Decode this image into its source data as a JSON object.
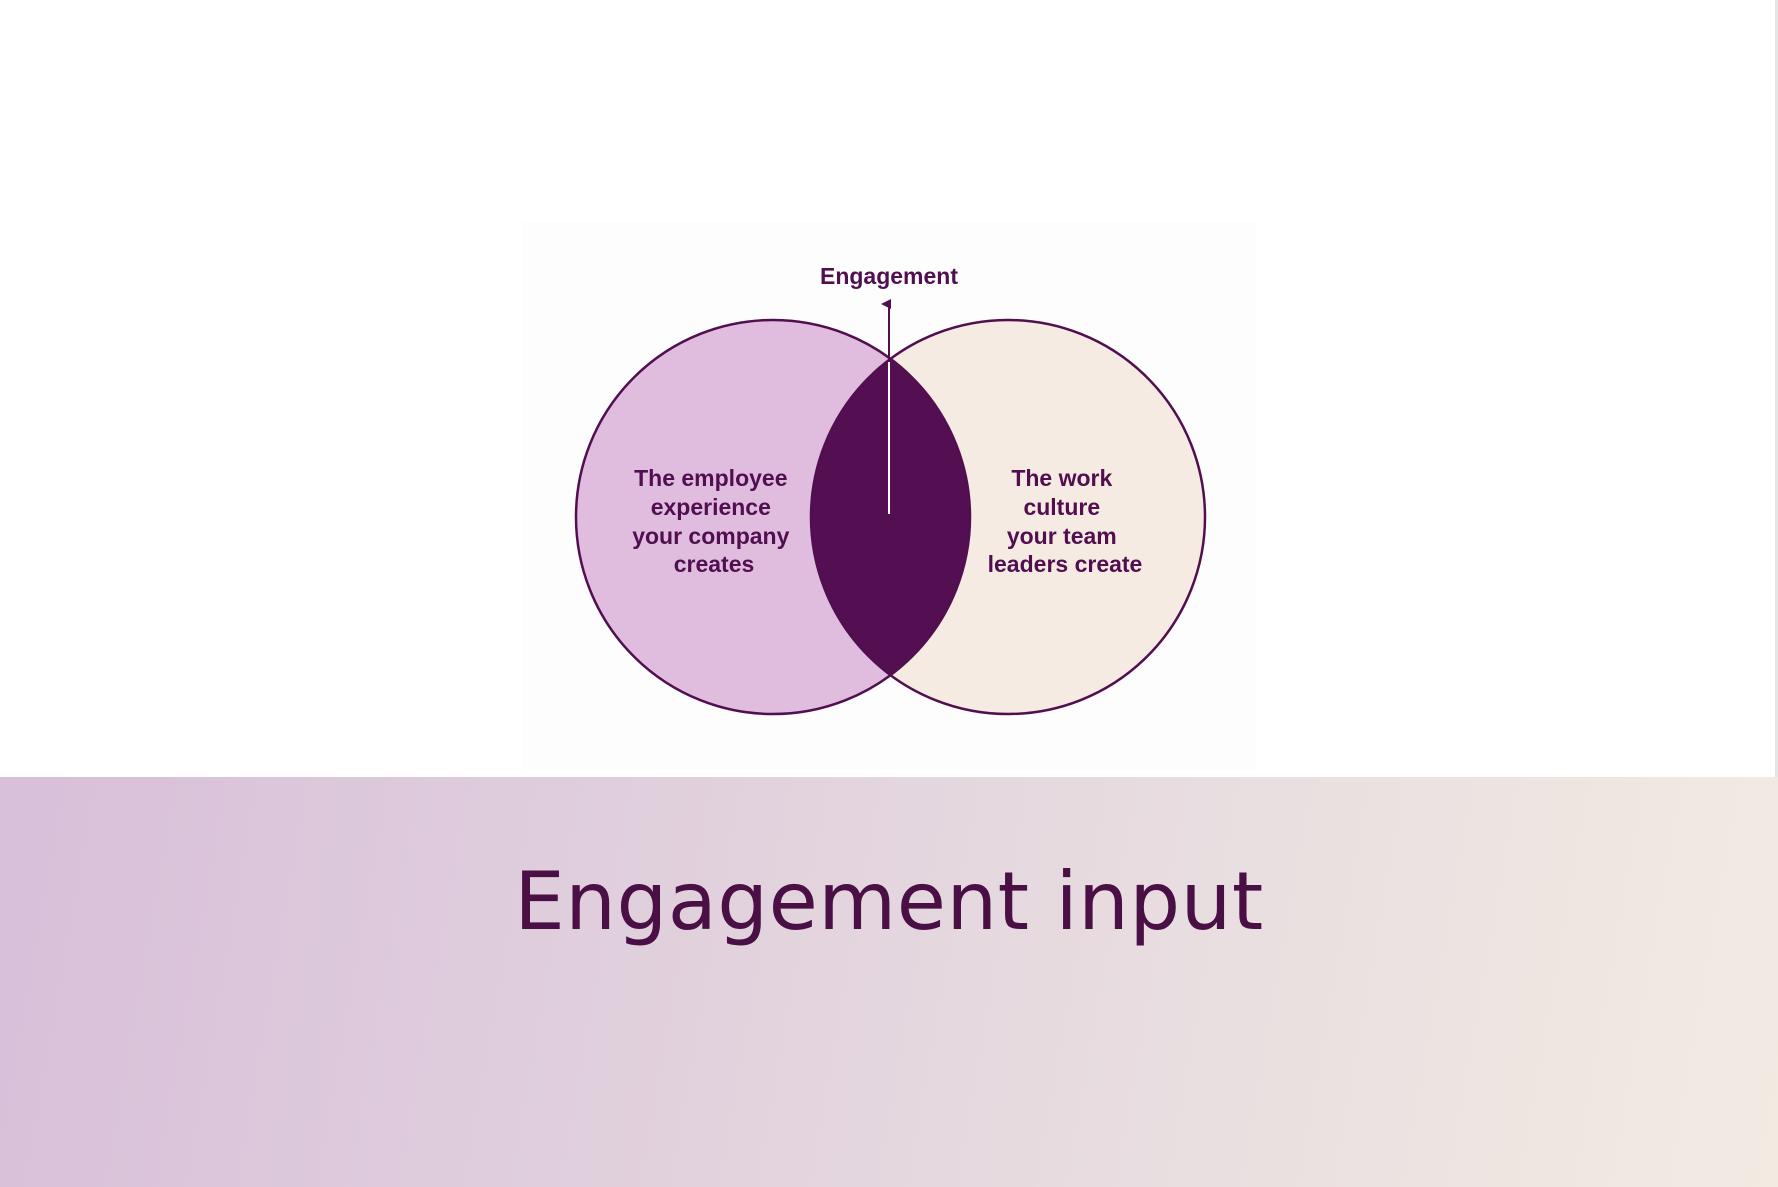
{
  "diagram": {
    "top_label": "Engagement",
    "left_circle_lines": [
      "The employee",
      "experience",
      "your company",
      "creates"
    ],
    "right_circle_lines": [
      "The work",
      "culture",
      "your team",
      "leaders create"
    ],
    "colors": {
      "left_fill": "#e0bddf",
      "right_fill": "#f5ebe2",
      "overlap_fill": "#540f52",
      "stroke": "#520f50"
    }
  },
  "banner": {
    "title": "Engagement input"
  }
}
